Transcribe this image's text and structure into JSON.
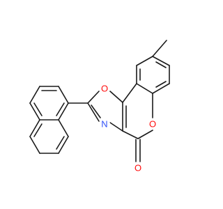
{
  "molecule": {
    "atom_labels": {
      "ring_oxygen_oxazole": "O",
      "ring_nitrogen_oxazole": "N",
      "ring_oxygen_pyranone": "O",
      "carbonyl_oxygen": "O"
    },
    "colors": {
      "bond": "#1a1a1a",
      "oxygen": "#ff0d0d",
      "nitrogen": "#3050f8",
      "background": "#ffffff"
    }
  }
}
